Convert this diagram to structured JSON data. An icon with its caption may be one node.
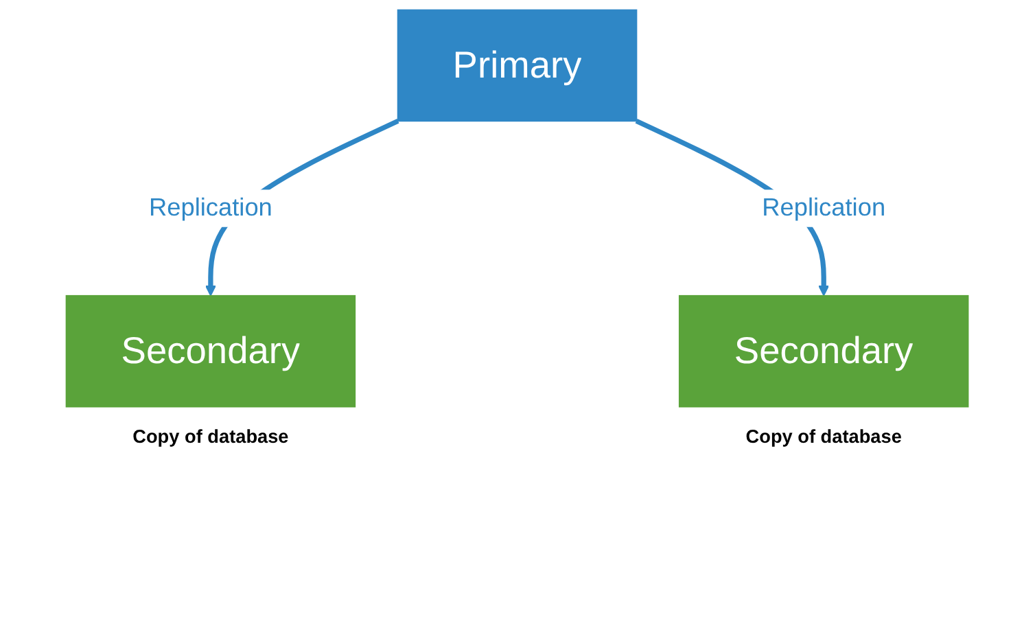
{
  "diagram": {
    "nodes": [
      {
        "text": [
          "Primary"
        ]
      },
      {
        "text": [
          "Secondary"
        ],
        "beside": [
          "Copy of database"
        ]
      },
      {
        "text": [
          "Secondary"
        ],
        "beside": [
          "Copy of database"
        ]
      }
    ],
    "edges": [
      {
        "from": 0,
        "to": 1,
        "arrow": "to",
        "label": "Replication"
      },
      {
        "from": 0,
        "to": 2,
        "arrow": "to",
        "label": "Replication"
      }
    ]
  }
}
